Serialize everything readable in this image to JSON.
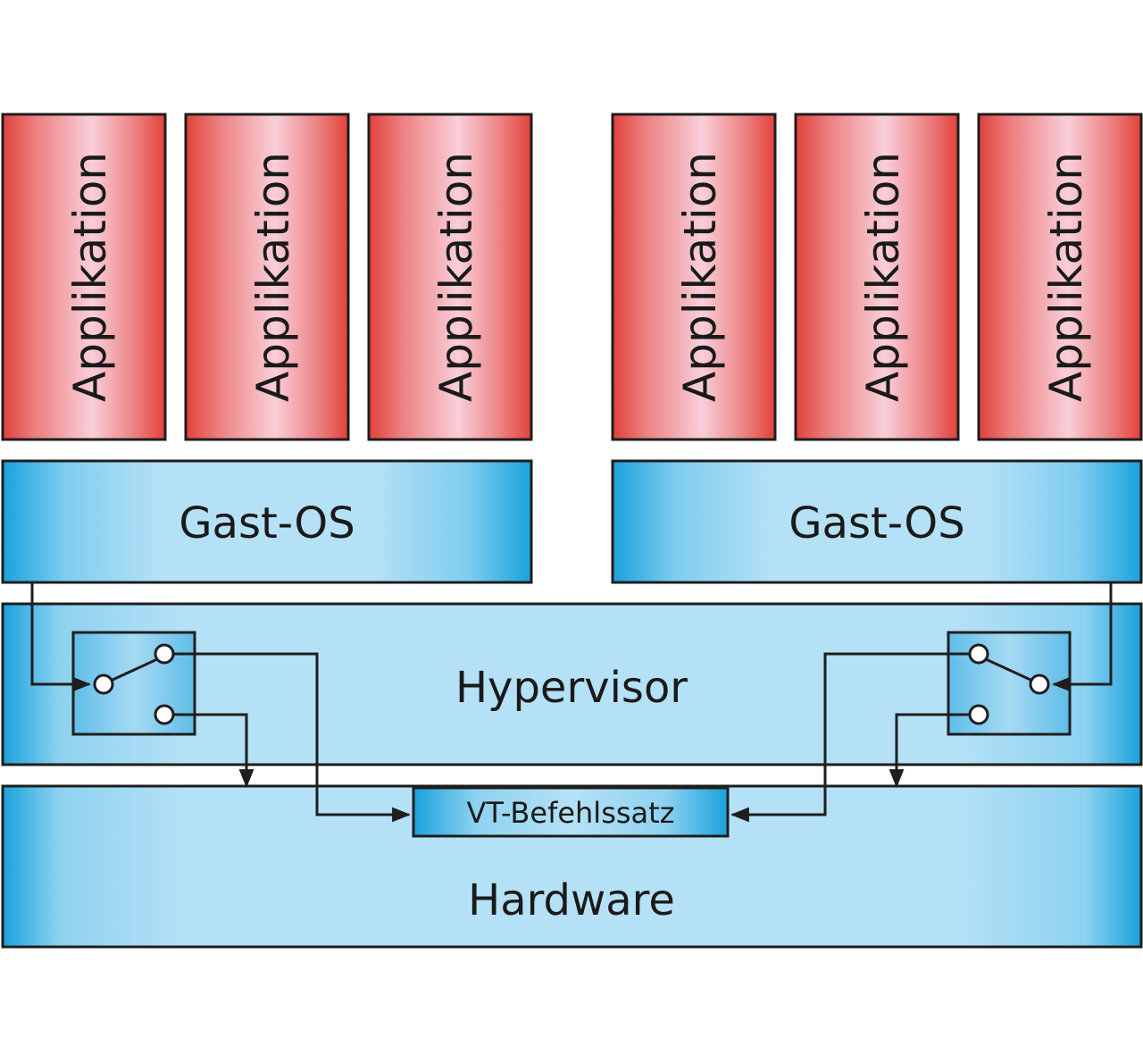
{
  "diagram": {
    "applications": [
      {
        "label": "Applikation"
      },
      {
        "label": "Applikation"
      },
      {
        "label": "Applikation"
      },
      {
        "label": "Applikation"
      },
      {
        "label": "Applikation"
      },
      {
        "label": "Applikation"
      }
    ],
    "guest_os": [
      {
        "label": "Gast-OS"
      },
      {
        "label": "Gast-OS"
      }
    ],
    "hypervisor": {
      "label": "Hypervisor"
    },
    "hardware": {
      "label": "Hardware"
    },
    "vt_instruction_set": {
      "label": "VT-Befehlssatz"
    },
    "colors": {
      "application_edge": "#e2413a",
      "application_center": "#f9cfd9",
      "blue_light": "#b5e1f6",
      "blue_dark": "#1aa2dc",
      "outline": "#1e1e1e"
    }
  }
}
